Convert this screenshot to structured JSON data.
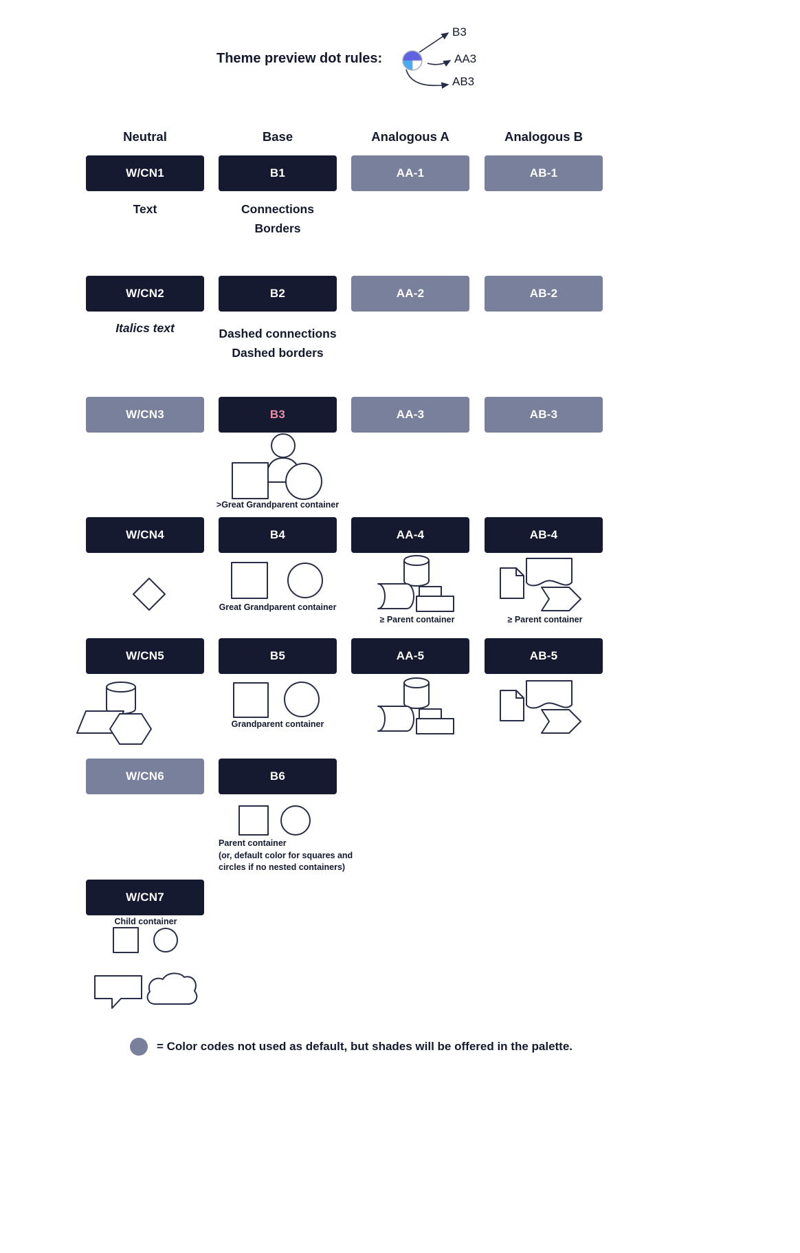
{
  "title": {
    "text": "Theme preview dot rules:",
    "arrows": {
      "b3": "B3",
      "aa3": "AA3",
      "ab3": "AB3"
    }
  },
  "headers": {
    "neutral": "Neutral",
    "base": "Base",
    "analogous_a": "Analogous A",
    "analogous_b": "Analogous B"
  },
  "pills": {
    "wcn1": "W/CN1",
    "wcn2": "W/CN2",
    "wcn3": "W/CN3",
    "wcn4": "W/CN4",
    "wcn5": "W/CN5",
    "wcn6": "W/CN6",
    "wcn7": "W/CN7",
    "b1": "B1",
    "b2": "B2",
    "b3": "B3",
    "b4": "B4",
    "b5": "B5",
    "b6": "B6",
    "aa1": "AA-1",
    "aa2": "AA-2",
    "aa3": "AA-3",
    "aa4": "AA-4",
    "aa5": "AA-5",
    "ab1": "AB-1",
    "ab2": "AB-2",
    "ab3": "AB-3",
    "ab4": "AB-4",
    "ab5": "AB-5"
  },
  "captions": {
    "wcn1": "Text",
    "b1_line1": "Connections",
    "b1_line2": "Borders",
    "wcn2": "Italics text",
    "b2_line1": "Dashed connections",
    "b2_line2": "Dashed borders",
    "b3": ">Great Grandparent container",
    "b4": "Great Grandparent container",
    "aa4": "≥ Parent container",
    "ab4": "≥ Parent container",
    "b5": "Grandparent container",
    "b6_line1": "Parent container",
    "b6_line2": "(or, default color for squares and",
    "b6_line3": "circles if no nested containers)",
    "wcn7": "Child container"
  },
  "legend": {
    "text": "= Color codes not used as default, but shades will be offered in the palette."
  },
  "colors": {
    "dark_navy": "#151A31",
    "slate": "#78809B",
    "pink": "#E98CA4",
    "outline": "#272D47",
    "text": "#141A2E",
    "dot_purple": "#5F63E2",
    "dot_blue": "#49ACF2",
    "dot_ring": "#A7ACBF"
  }
}
